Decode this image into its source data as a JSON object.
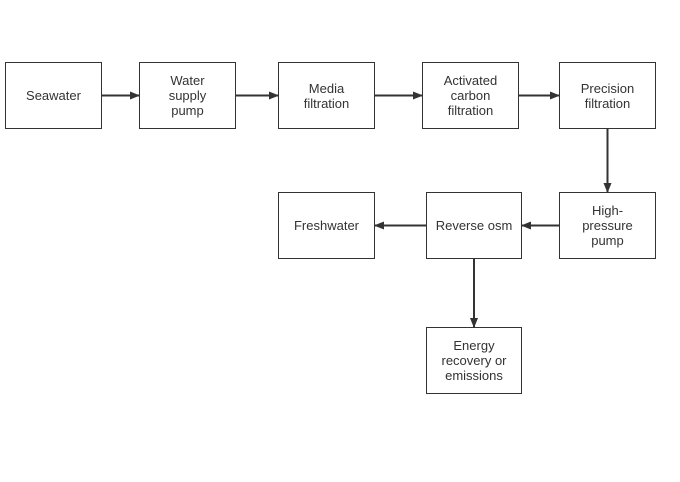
{
  "nodes": {
    "seawater": "Seawater",
    "water_supply_pump": "Water\nsupply\npump",
    "media_filtration": "Media\nfiltration",
    "activated_carbon_filtration": "Activated\ncarbon\nfiltration",
    "precision_filtration": "Precision\nfiltration",
    "high_pressure_pump": "High-\npressure\npump",
    "reverse_osmosis": "Reverse osm",
    "freshwater": "Freshwater",
    "energy_recovery": "Energy\nrecovery or\nemissions"
  },
  "colors": {
    "stroke": "#333333",
    "text": "#333333",
    "background": "#ffffff"
  },
  "edges": [
    [
      "seawater",
      "water_supply_pump"
    ],
    [
      "water_supply_pump",
      "media_filtration"
    ],
    [
      "media_filtration",
      "activated_carbon_filtration"
    ],
    [
      "activated_carbon_filtration",
      "precision_filtration"
    ],
    [
      "precision_filtration",
      "high_pressure_pump"
    ],
    [
      "high_pressure_pump",
      "reverse_osmosis"
    ],
    [
      "reverse_osmosis",
      "freshwater"
    ],
    [
      "reverse_osmosis",
      "energy_recovery"
    ]
  ]
}
